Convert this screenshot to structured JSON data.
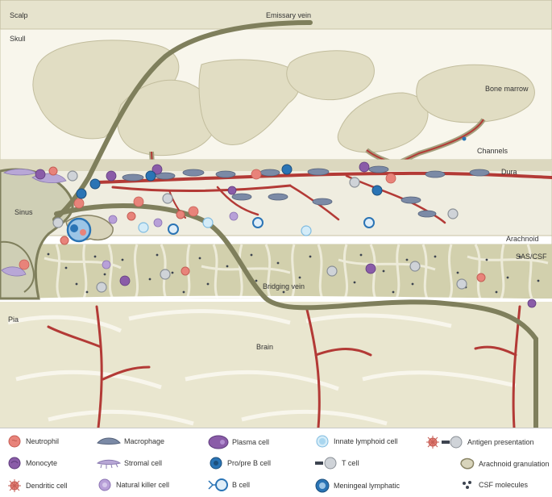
{
  "labels": {
    "scalp": "Scalp",
    "emissary_vein": "Emissary vein",
    "skull": "Skull",
    "bone_marrow": "Bone marrow",
    "channels": "Channels",
    "dura": "Dura",
    "sinus": "Sinus",
    "arachnoid": "Arachnoid",
    "sas_csf": "SAS/CSF",
    "bridging_vein": "Bridging vein",
    "pia": "Pia",
    "brain": "Brain"
  },
  "legend": {
    "neutrophil": "Neutrophil",
    "macrophage": "Macrophage",
    "plasma_cell": "Plasma cell",
    "innate_lymphoid_cell": "Innate lymphoid cell",
    "antigen_presentation": "Antigen presentation",
    "monocyte": "Monocyte",
    "stromal_cell": "Stromal cell",
    "pro_pre_b_cell": "Pro/pre B cell",
    "t_cell": "T cell",
    "arachnoid_granulation": "Arachnoid granulation",
    "dendritic_cell": "Dendritic cell",
    "natural_killer_cell": "Natural killer cell",
    "b_cell": "B cell",
    "meningeal_lymphatic": "Meningeal lymphatic",
    "csf_molecules": "CSF molecules"
  },
  "colors": {
    "vessel": "#b33a36",
    "vein": "#7f7f5c",
    "bone": "#e3dfc6",
    "brain": "#e9e6cf",
    "neutrophil": "#e8837a",
    "monocyte": "#8a5ca8",
    "b_cell": "#2a74b5",
    "ilc": "#a9d6ef",
    "t_cell": "#9aa0a6"
  }
}
